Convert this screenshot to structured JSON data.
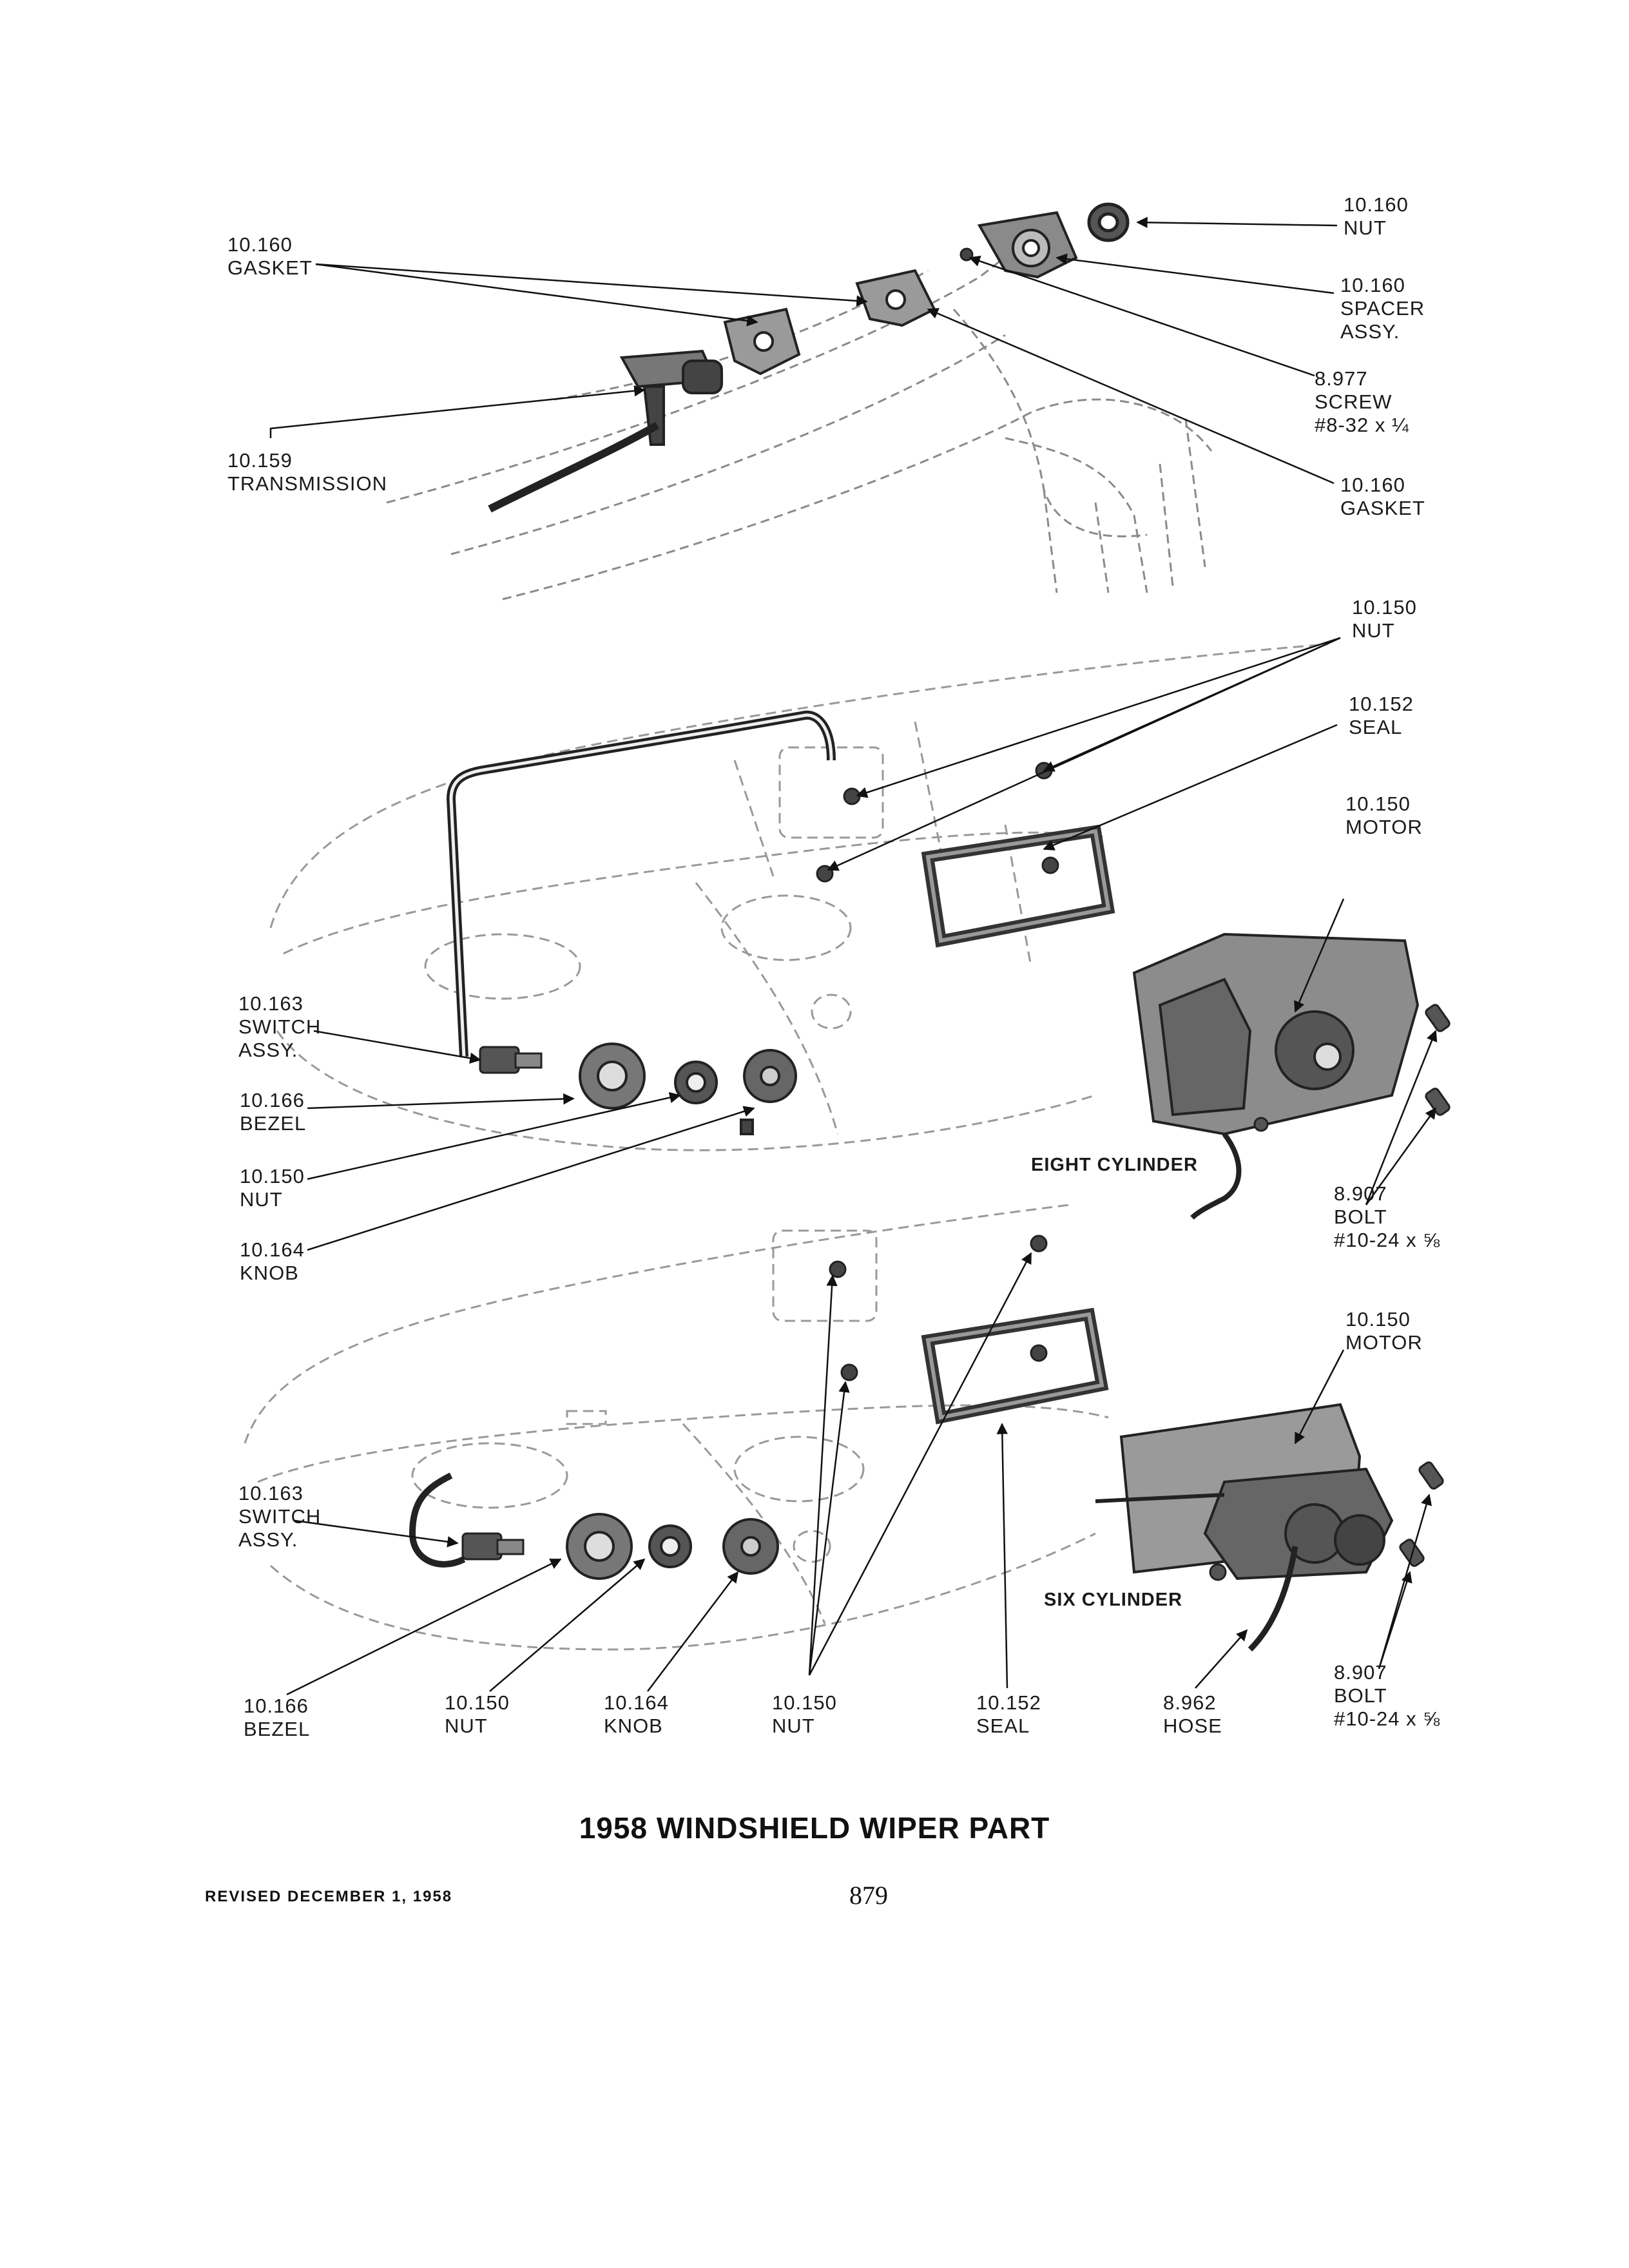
{
  "page": {
    "title": "1958 WINDSHIELD WIPER PART",
    "revised": "REVISED DECEMBER 1, 1958",
    "page_number": "879"
  },
  "labels": {
    "nut_top": [
      "10.160",
      "NUT"
    ],
    "gasket_top_left": [
      "10.160",
      "GASKET"
    ],
    "spacer_assy": [
      "10.160",
      "SPACER",
      "ASSY."
    ],
    "screw": [
      "8.977",
      "SCREW",
      "#8-32 x ¼"
    ],
    "transmission": [
      "10.159",
      "TRANSMISSION"
    ],
    "gasket_top_right": [
      "10.160",
      "GASKET"
    ],
    "nut_mid": [
      "10.150",
      "NUT"
    ],
    "seal_mid": [
      "10.152",
      "SEAL"
    ],
    "motor_eight": [
      "10.150",
      "MOTOR"
    ],
    "switch_eight": [
      "10.163",
      "SWITCH",
      "ASSY."
    ],
    "bezel_eight": [
      "10.166",
      "BEZEL"
    ],
    "nut_eight": [
      "10.150",
      "NUT"
    ],
    "knob_eight": [
      "10.164",
      "KNOB"
    ],
    "eight_cylinder": "EIGHT CYLINDER",
    "bolt_eight": [
      "8.907",
      "BOLT",
      "#10-24 x ⅝"
    ],
    "motor_six": [
      "10.150",
      "MOTOR"
    ],
    "switch_six": [
      "10.163",
      "SWITCH",
      "ASSY."
    ],
    "six_cylinder": "SIX CYLINDER",
    "bolt_six": [
      "8.907",
      "BOLT",
      "#10-24 x ⅝"
    ],
    "bezel_bottom": [
      "10.166",
      "BEZEL"
    ],
    "nut_bottom_1": [
      "10.150",
      "NUT"
    ],
    "knob_bottom": [
      "10.164",
      "KNOB"
    ],
    "nut_bottom_2": [
      "10.150",
      "NUT"
    ],
    "seal_bottom": [
      "10.152",
      "SEAL"
    ],
    "hose_bottom": [
      "8.962",
      "HOSE"
    ]
  }
}
